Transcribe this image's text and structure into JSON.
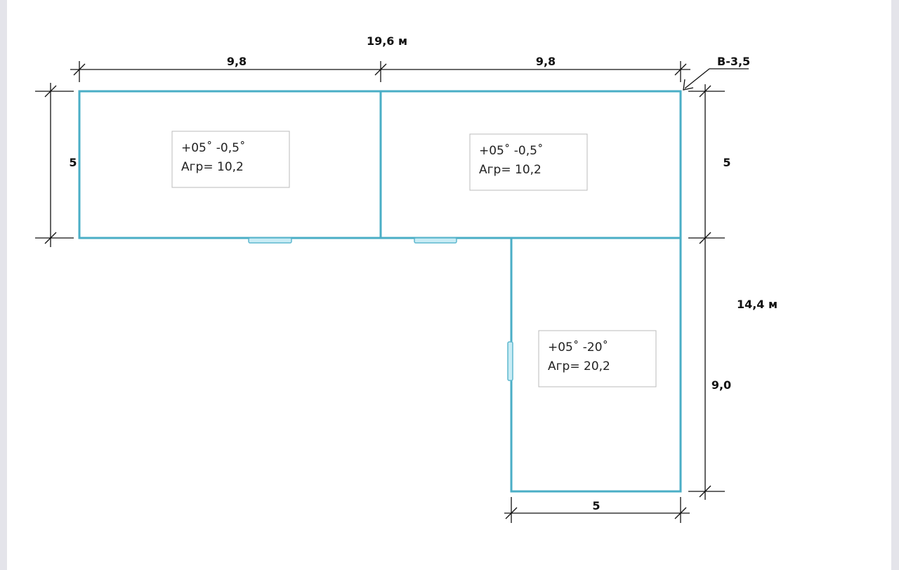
{
  "dimensions": {
    "total_width": "19,6 м",
    "left_width": "9,8",
    "right_width": "9,8",
    "left_height": "5",
    "right_top_height": "5",
    "total_height": "14,4 м",
    "right_bottom_height": "9,0",
    "bottom_width": "5",
    "corner_mark": "B-3,5"
  },
  "rooms": [
    {
      "temp": "+05˚ -0,5˚",
      "area": "Агр= 10,2"
    },
    {
      "temp": "+05˚ -0,5˚",
      "area": "Агр= 10,2"
    },
    {
      "temp": "+05˚ -20˚",
      "area": "Агр= 20,2"
    }
  ],
  "colors": {
    "wall": "#4aaec6",
    "door": "#c9ecf5",
    "dimension_line": "#111111"
  }
}
